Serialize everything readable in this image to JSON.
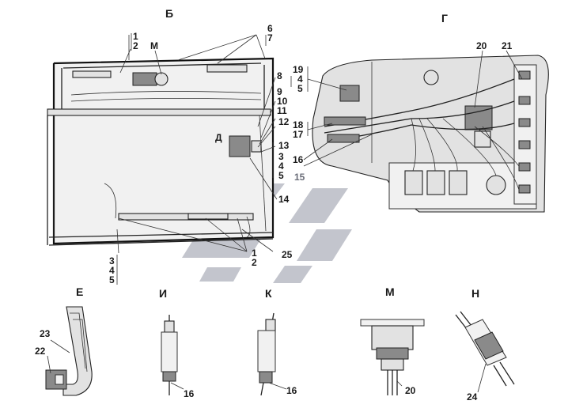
{
  "views": {
    "b": "Б",
    "g": "Г",
    "e": "Е",
    "i": "И",
    "k": "К",
    "m": "М",
    "n": "Н"
  },
  "view_b": {
    "m_label": "М",
    "d_label": "Д",
    "top_left": [
      "1",
      "2"
    ],
    "top_right": [
      "6",
      "7"
    ],
    "right": [
      "8",
      "9",
      "10",
      "11",
      "12",
      "13",
      "3",
      "4",
      "5",
      "14"
    ],
    "bottom_left": [
      "3",
      "4",
      "5"
    ],
    "bottom_mid": [
      "1",
      "2"
    ],
    "bottom_right": "25"
  },
  "view_g": {
    "left_top": [
      "19",
      "4",
      "5"
    ],
    "left_mid": [
      "18",
      "17"
    ],
    "left_low": [
      "16",
      "15"
    ],
    "top": [
      "20",
      "21"
    ]
  },
  "details": {
    "e": [
      "23",
      "22"
    ],
    "i": "16",
    "k": "16",
    "m": "20",
    "n": "24"
  }
}
